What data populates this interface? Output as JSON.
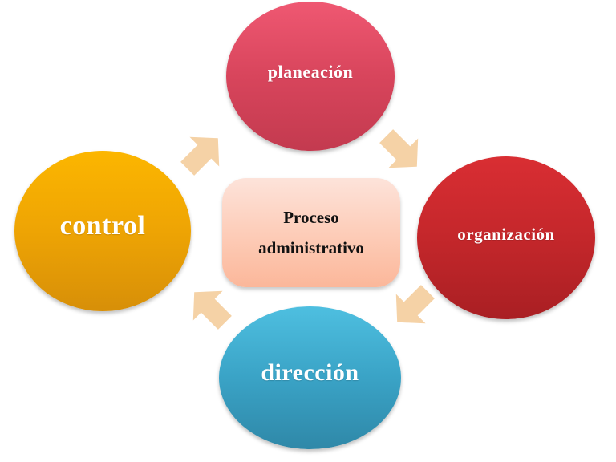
{
  "diagram": {
    "center": {
      "line1": "Proceso",
      "line2": "administrativo"
    },
    "nodes": [
      {
        "id": "planeacion",
        "label": "planeación",
        "color": "#e04b64"
      },
      {
        "id": "organizacion",
        "label": "organización",
        "color": "#c4272b"
      },
      {
        "id": "direccion",
        "label": "dirección",
        "color": "#3aa3c6"
      },
      {
        "id": "control",
        "label": "control",
        "color": "#eea404"
      }
    ],
    "arrows": [
      {
        "from": "control",
        "to": "planeacion",
        "direction": "up-right"
      },
      {
        "from": "planeacion",
        "to": "organizacion",
        "direction": "down-right"
      },
      {
        "from": "organizacion",
        "to": "direccion",
        "direction": "down-left"
      },
      {
        "from": "direccion",
        "to": "control",
        "direction": "up-left"
      }
    ],
    "arrow_color": "#f5d2a6",
    "center_color": "#fdcbb6"
  }
}
